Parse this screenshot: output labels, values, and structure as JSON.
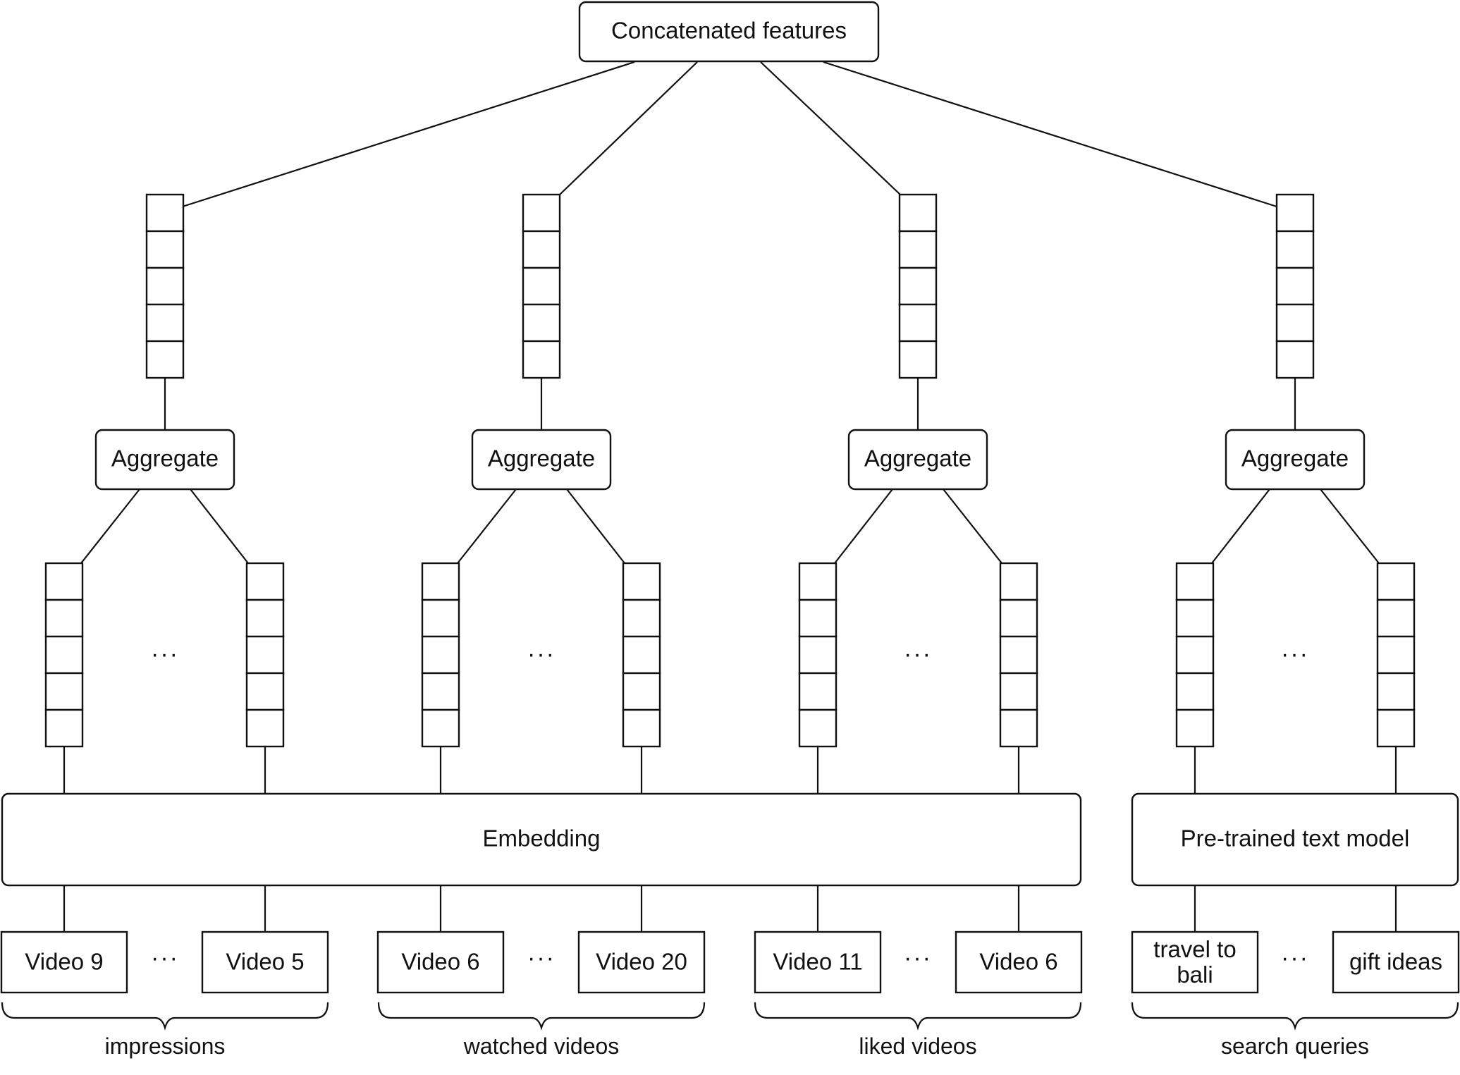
{
  "root_label": "Concatenated features",
  "aggregate_label": "Aggregate",
  "ellipsis": "···",
  "embedding_label": "Embedding",
  "text_model_label": "Pre-trained text model",
  "groups": [
    {
      "key": "impressions",
      "caption": "impressions",
      "items": [
        "Video 9",
        "Video 5"
      ]
    },
    {
      "key": "watched",
      "caption": "watched videos",
      "items": [
        "Video 6",
        "Video 20"
      ]
    },
    {
      "key": "liked",
      "caption": "liked videos",
      "items": [
        "Video 11",
        "Video 6"
      ]
    },
    {
      "key": "search",
      "caption": "search queries",
      "items": [
        "travel to bali",
        "gift ideas"
      ]
    }
  ]
}
